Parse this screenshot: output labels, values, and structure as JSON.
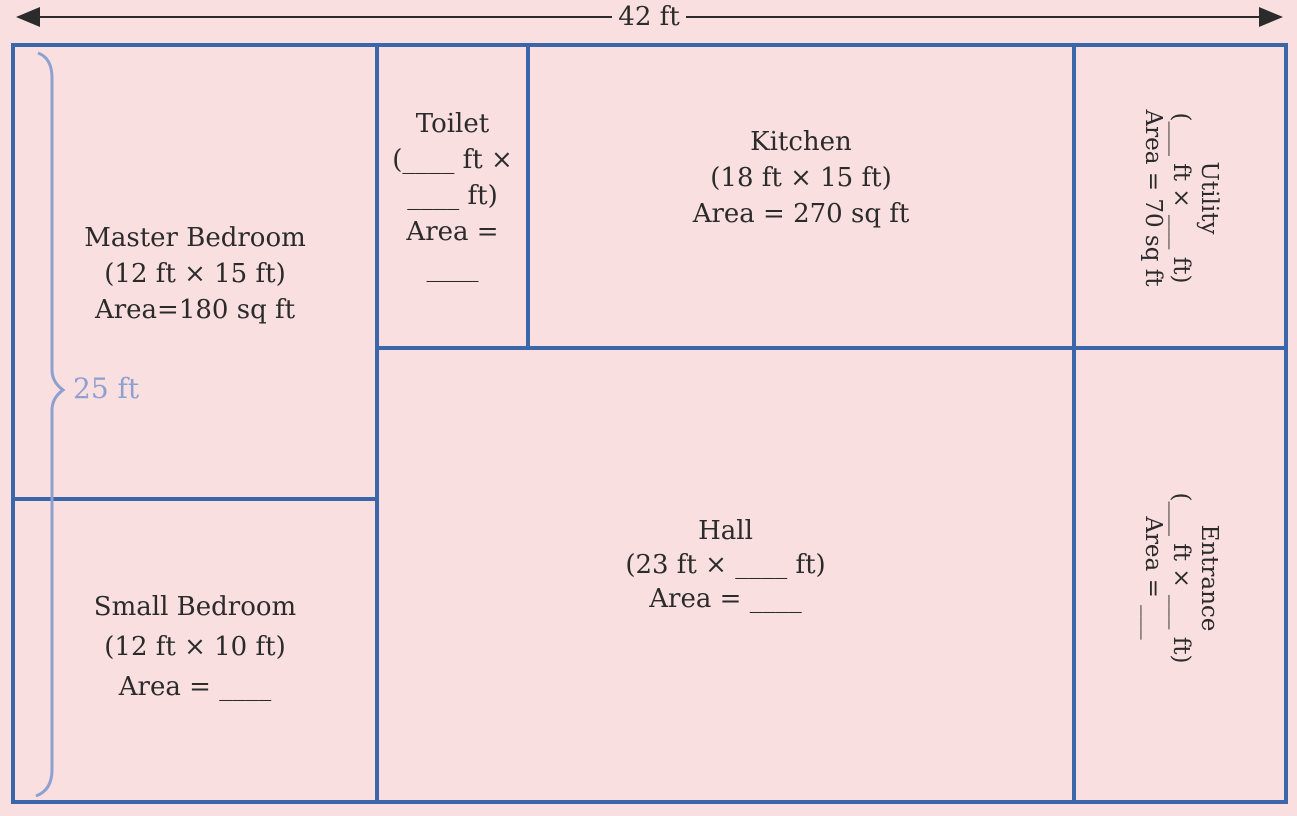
{
  "dimensions": {
    "width_label": "42 ft",
    "height_label": "25 ft"
  },
  "colors": {
    "background": "#f9dfe0",
    "wall": "#3b66aa",
    "brace": "#8ea0cf",
    "text": "#2b2b2b"
  },
  "rooms": {
    "master_bedroom": {
      "name": "Master Bedroom",
      "dims": "(12 ft × 15 ft)",
      "area": "Area=180 sq ft"
    },
    "toilet": {
      "name": "Toilet",
      "line1": "(____ ft ×",
      "line2": "____ ft)",
      "area": "Area =",
      "area_blank": "____"
    },
    "kitchen": {
      "name": "Kitchen",
      "dims": "(18 ft × 15 ft)",
      "area": "Area = 270 sq ft"
    },
    "utility": {
      "name": "Utility",
      "dims": "(___ ft × ___ ft)",
      "area": "Area = 70 sq ft"
    },
    "hall": {
      "name": "Hall",
      "dims": "(23 ft × ____ ft)",
      "area": "Area = ____"
    },
    "entrance": {
      "name": "Entrance",
      "dims": "(___ ft × ___ ft)",
      "area": "Area = ___"
    },
    "small_bedroom": {
      "name": "Small Bedroom",
      "dims": "(12 ft × 10 ft)",
      "area": "Area = ____"
    }
  }
}
